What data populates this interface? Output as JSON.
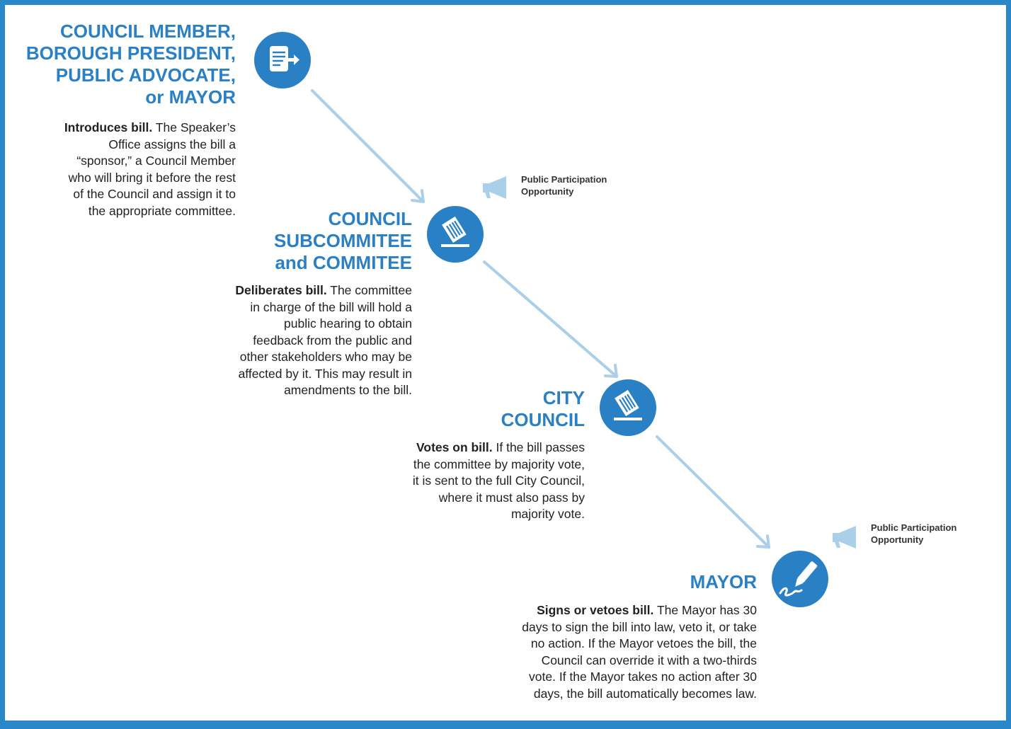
{
  "colors": {
    "accent": "#2a80c4",
    "arrow": "#a9cfe9",
    "frame": "#2a88c9"
  },
  "stages": [
    {
      "icon": "document-arrow-icon",
      "title_lines": [
        "COUNCIL MEMBER,",
        "BOROUGH PRESIDENT,",
        "PUBLIC ADVOCATE,",
        "or MAYOR"
      ],
      "desc_bold": "Introduces bill.",
      "desc_lines": [
        " The Speaker’s",
        "Office assigns the bill a",
        "“sponsor,” a Council Member",
        "who will bring it before the rest",
        "of the Council and assign it to",
        "the appropriate committee."
      ]
    },
    {
      "icon": "ballot-box-icon",
      "title_lines": [
        "COUNCIL",
        "SUBCOMMITEE",
        "and COMMITEE"
      ],
      "desc_bold": "Deliberates bill.",
      "desc_lines": [
        " The committee",
        "in charge of the bill will hold a",
        "public hearing to obtain",
        "feedback from the public and",
        "other stakeholders who may be",
        "affected by it. This may result in",
        "amendments to the bill."
      ]
    },
    {
      "icon": "ballot-box-icon",
      "title_lines": [
        "CITY",
        "COUNCIL"
      ],
      "desc_bold": "Votes on bill.",
      "desc_lines": [
        " If the bill passes",
        "the committee by majority vote,",
        "it is sent to the full City Council,",
        "where it must also pass by",
        "majority vote."
      ]
    },
    {
      "icon": "pen-signature-icon",
      "title_lines": [
        "MAYOR"
      ],
      "desc_bold": "Signs or vetoes bill.",
      "desc_lines": [
        " The Mayor has 30",
        "days to sign the bill into law, veto it, or take",
        "no action. If the Mayor vetoes the bill, the",
        "Council can override it with a two-thirds",
        "vote. If the Mayor takes no action after 30",
        "days, the bill automatically becomes law."
      ]
    }
  ],
  "public_participation": [
    {
      "icon": "megaphone-icon",
      "lines": [
        "Public Participation",
        "Opportunity"
      ]
    },
    {
      "icon": "megaphone-icon",
      "lines": [
        "Public Participation",
        "Opportunity"
      ]
    }
  ]
}
